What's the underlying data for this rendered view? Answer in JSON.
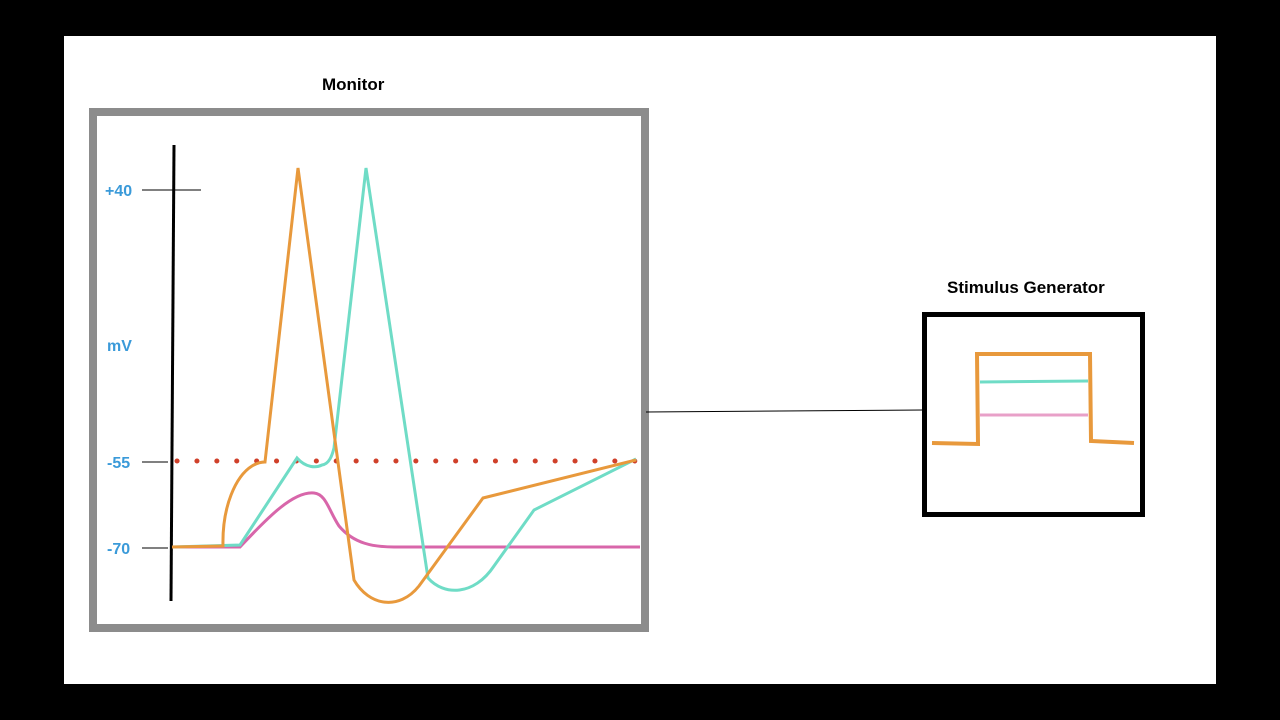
{
  "monitor": {
    "title": "Monitor",
    "y_axis_unit": "mV",
    "tick_labels": [
      "+40",
      "-55",
      "-70"
    ],
    "label_color": "#3a9ad9"
  },
  "stimulus_generator": {
    "title": "Stimulus Generator"
  },
  "colors": {
    "orange": "#e8993c",
    "teal": "#6fdcc6",
    "pink": "#d866aa",
    "threshold": "#d0402a"
  },
  "chart_data": {
    "type": "line",
    "title": "Monitor",
    "ylabel": "mV",
    "yticks": [
      40,
      -55,
      -70
    ],
    "threshold_mV": -55,
    "resting_mV": -70,
    "series": [
      {
        "color": "orange",
        "shape": "action potential (reaches threshold quickly, fires first)"
      },
      {
        "color": "teal",
        "shape": "action potential (fires second)"
      },
      {
        "color": "pink",
        "shape": "subthreshold depolarization, returns to rest"
      }
    ],
    "stimulus_levels": [
      {
        "color": "orange",
        "level": "highest"
      },
      {
        "color": "teal",
        "level": "middle"
      },
      {
        "color": "pink",
        "level": "lowest"
      }
    ]
  }
}
